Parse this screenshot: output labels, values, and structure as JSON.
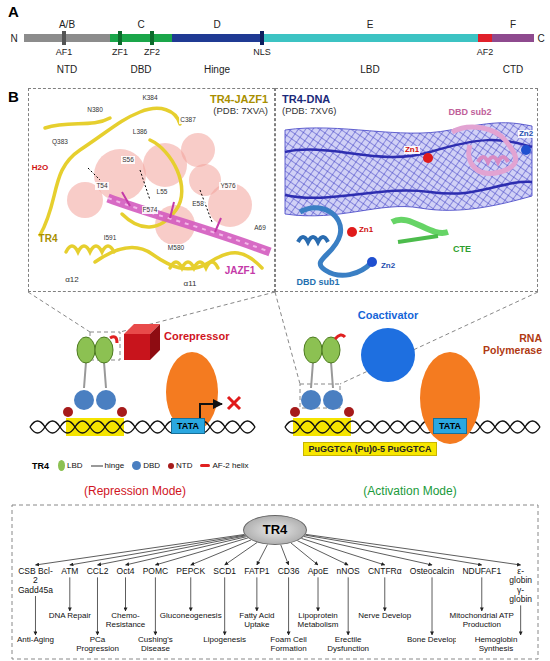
{
  "diagram": {
    "nodes": [
      {
        "text": [
          "TR4-JAZF1",
          "(PDB: 7XVA)"
        ]
      },
      {
        "text": [
          "TR4-DNA",
          "(PDB: 7XV6)"
        ]
      },
      {
        "text": [
          "Corepressor"
        ]
      },
      {
        "text": [
          "TATA"
        ]
      },
      {
        "text": [
          "Coactivator"
        ]
      },
      {
        "text": [
          "RNA Polymerase"
        ]
      },
      {
        "text": [
          "TATA"
        ],
        "in": 5
      },
      {
        "text": [
          "PuGGTCA (Pu)0-5 PuGGTCA"
        ]
      },
      {
        "text": [
          "TR4"
        ]
      },
      {
        "text": [
          "CSB Bcl-2 Gadd45a"
        ]
      },
      {
        "text": [
          "ATM"
        ]
      },
      {
        "text": [
          "CCL2"
        ]
      },
      {
        "text": [
          "Oct4"
        ]
      },
      {
        "text": [
          "POMC"
        ]
      },
      {
        "text": [
          "PEPCK"
        ]
      },
      {
        "text": [
          "SCD1"
        ]
      },
      {
        "text": [
          "FATP1"
        ]
      },
      {
        "text": [
          "CD36"
        ]
      },
      {
        "text": [
          "ApoE"
        ]
      },
      {
        "text": [
          "nNOS"
        ]
      },
      {
        "text": [
          "CNTFRα"
        ]
      },
      {
        "text": [
          "Osteocalcin"
        ]
      },
      {
        "text": [
          "NDUFAF1"
        ]
      },
      {
        "text": [
          "ε-globin γ-globin"
        ]
      },
      {
        "text": [
          "Anti-Aging"
        ]
      },
      {
        "text": [
          "DNA Repair"
        ]
      },
      {
        "text": [
          "PCa Progression"
        ]
      },
      {
        "text": [
          "Chemo-Resistance"
        ]
      },
      {
        "text": [
          "Cushing's Disease"
        ]
      },
      {
        "text": [
          "Gluconeogenesis"
        ]
      },
      {
        "text": [
          "Lipogenesis"
        ]
      },
      {
        "text": [
          "Fatty Acid Uptake"
        ]
      },
      {
        "text": [
          "Foam Cell Formation"
        ]
      },
      {
        "text": [
          "Lipoprotein Metabolism"
        ]
      },
      {
        "text": [
          "Erectile Dysfunction"
        ]
      },
      {
        "text": [
          "Nerve Develop"
        ]
      },
      {
        "text": [
          "Bone Develop"
        ]
      },
      {
        "text": [
          "Mitochondrial ATP Production"
        ]
      },
      {
        "text": [
          "Hemoglobin Synthesis"
        ]
      }
    ],
    "edges": [
      {
        "from": 8,
        "to": 9,
        "arrow": "to"
      },
      {
        "from": 8,
        "to": 10,
        "arrow": "to"
      },
      {
        "from": 8,
        "to": 11,
        "arrow": "to"
      },
      {
        "from": 8,
        "to": 12,
        "arrow": "to"
      },
      {
        "from": 8,
        "to": 13,
        "arrow": "to"
      },
      {
        "from": 8,
        "to": 14,
        "arrow": "to"
      },
      {
        "from": 8,
        "to": 15,
        "arrow": "to"
      },
      {
        "from": 8,
        "to": 16,
        "arrow": "to"
      },
      {
        "from": 8,
        "to": 17,
        "arrow": "to"
      },
      {
        "from": 8,
        "to": 18,
        "arrow": "to"
      },
      {
        "from": 8,
        "to": 19,
        "arrow": "to"
      },
      {
        "from": 8,
        "to": 20,
        "arrow": "to"
      },
      {
        "from": 8,
        "to": 21,
        "arrow": "to"
      },
      {
        "from": 8,
        "to": 22,
        "arrow": "to"
      },
      {
        "from": 8,
        "to": 23,
        "arrow": "to"
      },
      {
        "from": 9,
        "to": 24,
        "arrow": "to"
      },
      {
        "from": 10,
        "to": 25,
        "arrow": "to"
      },
      {
        "from": 11,
        "to": 26,
        "arrow": "to"
      },
      {
        "from": 12,
        "to": 27,
        "arrow": "to"
      },
      {
        "from": 13,
        "to": 28,
        "arrow": "to"
      },
      {
        "from": 14,
        "to": 29,
        "arrow": "to"
      },
      {
        "from": 15,
        "to": 30,
        "arrow": "to"
      },
      {
        "from": 16,
        "to": 31,
        "arrow": "to"
      },
      {
        "from": 17,
        "to": 32,
        "arrow": "to"
      },
      {
        "from": 18,
        "to": 33,
        "arrow": "to"
      },
      {
        "from": 19,
        "to": 34,
        "arrow": "to"
      },
      {
        "from": 20,
        "to": 35,
        "arrow": "to"
      },
      {
        "from": 21,
        "to": 36,
        "arrow": "to"
      },
      {
        "from": 22,
        "to": 37,
        "arrow": "to"
      },
      {
        "from": 23,
        "to": 38,
        "arrow": "to"
      }
    ],
    "labels": [
      "A",
      "A/B",
      "C",
      "D",
      "E",
      "F",
      "N",
      "C",
      "AF1",
      "ZF1",
      "ZF2",
      "NLS",
      "AF2",
      "NTD",
      "DBD",
      "Hinge",
      "LBD",
      "CTD",
      "B",
      "TR4",
      "JAZF1",
      "α12",
      "α11",
      "H2O",
      "N380",
      "K384",
      "C387",
      "L386",
      "Q383",
      "T54",
      "S56",
      "L55",
      "E58",
      "I591",
      "F574",
      "Y576",
      "M580",
      "A69",
      "DBD sub2",
      "Zn1",
      "Zn2",
      "Zn1",
      "Zn2",
      "DBD sub1",
      "CTE",
      "TR4",
      "(Repression Mode)",
      "(Activation Mode)"
    ],
    "legend": [
      {
        "text": "LBD",
        "color": "#8cc152"
      },
      {
        "text": "hinge"
      },
      {
        "text": "DBD",
        "color": "#4a7fc1"
      },
      {
        "text": "NTD",
        "color": "#a61b1b"
      },
      {
        "text": "AF-2 helix",
        "color": "#e02020"
      }
    ]
  }
}
